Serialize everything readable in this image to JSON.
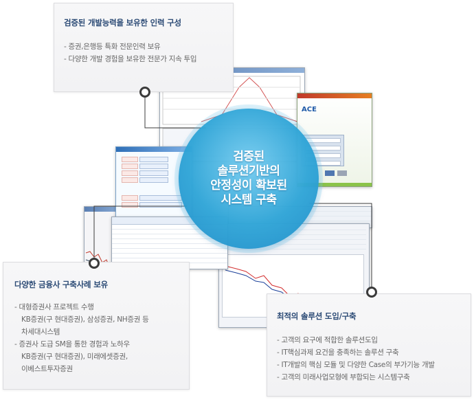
{
  "center": {
    "lines": [
      "검증된",
      "솔루션기반의",
      "안정성이 확보된",
      "시스템 구축"
    ]
  },
  "callouts": {
    "top": {
      "title": "검증된 개발능력을 보유한 인력 구성",
      "items": [
        "- 증권,은행등 특화 전문인력 보유",
        "- 다양한 개발 경험을 보유한 전문가 지속 투입"
      ]
    },
    "left": {
      "title": "다양한 금융사 구축사례 보유",
      "items": [
        {
          "line": "- 대형증권사 프로젝트 수행",
          "sub": [
            "KB증권(구 현대증권), 삼성증권, NH증권 등",
            "차세대시스템"
          ]
        },
        {
          "line": "- 증권사 도급 SM을 통한 경험과 노하우",
          "sub": [
            "KB증권(구 현대증권), 미래에셋증권,",
            "이베스트투자증권"
          ]
        }
      ]
    },
    "right": {
      "title": "최적의 솔루션 도입/구축",
      "items": [
        "- 고객의 요구에 적합한 솔루션도입",
        "- IT핵심과제 요건을 충족하는 솔루션 구축",
        "- IT개발의 핵심 모듈 및 다양한 Case의 부가기능 개발",
        "- 고객의 미래사업모형에 부합되는 시스템구축"
      ]
    }
  },
  "screens": {
    "hts_logo": "ACE"
  },
  "colors": {
    "circle": "#2fa6d8",
    "title": "#2b4a75",
    "body_text": "#666666",
    "connector": "#3b3b3b"
  }
}
